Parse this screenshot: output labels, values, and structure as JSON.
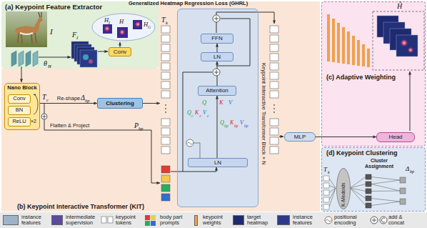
{
  "diagram": {
    "nodes": [
      {
        "text": [
          "(a) Keypoint Feature Extractor"
        ]
      },
      {
        "text": [
          "Conv"
        ],
        "in": 0
      },
      {
        "text": [
          "(b) Keypoint Interactive Transformer (KIT)"
        ]
      },
      {
        "text": [
          "Nano Block"
        ],
        "in": 2
      },
      {
        "text": [
          "Conv"
        ],
        "in": 3
      },
      {
        "text": [
          "BN"
        ],
        "in": 3
      },
      {
        "text": [
          "ReLU"
        ],
        "in": 3
      },
      {
        "text": [
          "Clustering"
        ],
        "in": 2
      },
      {
        "text": [
          "Keypoint Interactive Transformer Block × N"
        ],
        "in": 2
      },
      {
        "text": [
          "FFN"
        ],
        "in": 8
      },
      {
        "text": [
          "LN"
        ],
        "in": 8
      },
      {
        "text": [
          "Attention"
        ],
        "in": 8
      },
      {
        "text": [
          "LN"
        ],
        "in": 8
      },
      {
        "text": [
          "MLP"
        ],
        "in": 2
      },
      {
        "text": [
          "(c) Adaptive Weighting"
        ]
      },
      {
        "text": [
          "Head"
        ],
        "in": 14
      },
      {
        "text": [
          "(d) Keypoint Clustering"
        ]
      },
      {
        "text": [
          "K-Medoids"
        ],
        "in": 16
      }
    ],
    "edges": [
      {
        "from": 3,
        "to": 7,
        "arrow": "to",
        "label": "Re-shape"
      },
      {
        "from": 12,
        "to": 11,
        "arrow": "to"
      },
      {
        "from": 11,
        "to": 10,
        "arrow": "to"
      },
      {
        "from": 10,
        "to": 9,
        "arrow": "to"
      },
      {
        "from": 13,
        "to": 15,
        "arrow": "to"
      }
    ],
    "labels": [
      "Generalized Heatmap Regression Loss (GHRL)",
      "I",
      "F",
      "I",
      "θ",
      "H",
      "H",
      "I",
      "H",
      "G",
      "H",
      "T",
      "k",
      "T",
      "c",
      "Δ",
      "bp",
      "Flatten & Project",
      "P",
      "bp",
      "×2",
      "Q",
      "K",
      "V",
      "Q",
      "c",
      "K",
      "c",
      "V",
      "c",
      "Q",
      "bp",
      "K",
      "bp",
      "V",
      "bp",
      "H̃",
      "Cluster Assignment",
      "T",
      "k",
      "Δ",
      "bp"
    ],
    "legend": [
      {
        "text": "instance features",
        "color": "#9fb3c8"
      },
      {
        "text": "intermediate supervision",
        "color": "#5b4a9e"
      },
      {
        "text": "keypoint tokens"
      },
      {
        "text": "body part prompts"
      },
      {
        "text": "keypoint weights",
        "color": "#f0a04b"
      },
      {
        "text": "target heatmap",
        "color": "#1f2a6e"
      },
      {
        "text": "instance features",
        "color": "#2d3a8c"
      },
      {
        "text": "positional encoding"
      },
      {
        "text": "add & concat"
      }
    ]
  }
}
